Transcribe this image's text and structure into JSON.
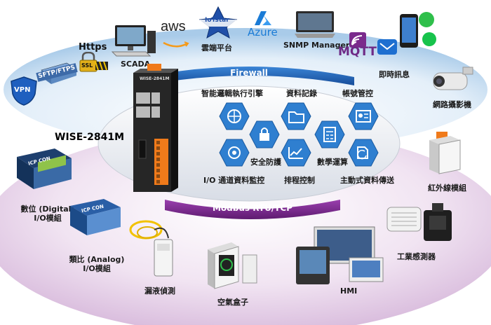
{
  "product_name": "WISE-2841M",
  "bands": {
    "firewall": "Firewall",
    "modbus": "Modbus RTU/TCP"
  },
  "cloud_services": {
    "vpn": "VPN",
    "sftp": "SFTP/FTPS",
    "https": "Https",
    "ssl": "SSL",
    "scada": "SCADA",
    "aws": "aws",
    "iotstar": "IoTstar",
    "cloud_platform": "雲端平台",
    "azure": "Azure",
    "snmp": "SNMP Manager",
    "mqtt": "MQTT",
    "instant_msg": "即時訊息",
    "ip_camera": "網路攝影機"
  },
  "features": {
    "smart_logic": "智能邏輯執行引擎",
    "data_log": "資料記錄",
    "account": "帳號管控",
    "security": "安全防護",
    "io_monitor": "I/O 通道資料監控",
    "schedule": "排程控制",
    "math": "數學運算",
    "active_push": "主動式資料傳送"
  },
  "field_devices": {
    "digital_io": "數位 (Digital)\nI/O模組",
    "digital_io_line1": "數位 (Digital)",
    "digital_io_line2": "I/O模組",
    "analog_io_line1": "類比 (Analog)",
    "analog_io_line2": "I/O模組",
    "leak": "漏液偵測",
    "air_box": "空氣盒子",
    "hmi": "HMI",
    "industrial_sensor": "工業感測器",
    "ir_module": "紅外線模組",
    "icpcon": "ICP CON"
  },
  "colors": {
    "firewall_band": "#1e5fb3",
    "modbus_band": "#7a2a8c",
    "cloud_zone": "#cfe3f5",
    "field_zone": "#e7d3ea",
    "device_body": "#2a2a2a",
    "terminal": "#f07a1a",
    "hex_tile": "#2f7fd0"
  }
}
